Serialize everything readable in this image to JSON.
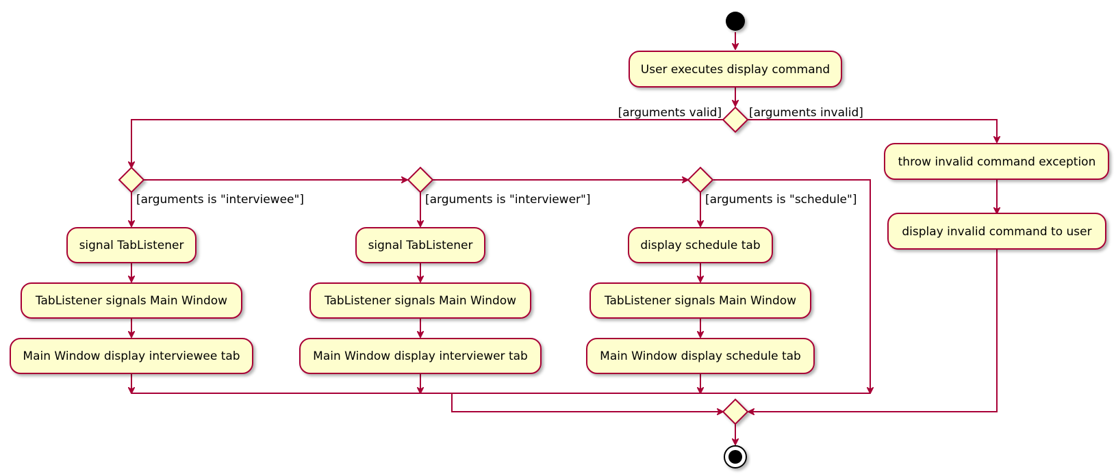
{
  "colors": {
    "node_fill": "#FEFECE",
    "border": "#A80036",
    "start_end": "#000000"
  },
  "actions": {
    "user_executes": "User executes display command",
    "throw_invalid": "throw invalid command exception",
    "display_invalid": "display invalid command to user",
    "interviewee": {
      "signal": "signal TabListener",
      "signals_main": "TabListener signals Main Window",
      "display_tab": "Main Window display interviewee tab"
    },
    "interviewer": {
      "signal": "signal TabListener",
      "signals_main": "TabListener signals Main Window",
      "display_tab": "Main Window display interviewer tab"
    },
    "schedule": {
      "display_tab_first": "display schedule tab",
      "signals_main": "TabListener signals Main Window",
      "display_tab": "Main Window display schedule tab"
    }
  },
  "guards": {
    "valid": "[arguments valid]",
    "invalid": "[arguments invalid]",
    "interviewee": "[arguments is \"interviewee\"]",
    "interviewer": "[arguments is \"interviewer\"]",
    "schedule": "[arguments is \"schedule\"]"
  }
}
